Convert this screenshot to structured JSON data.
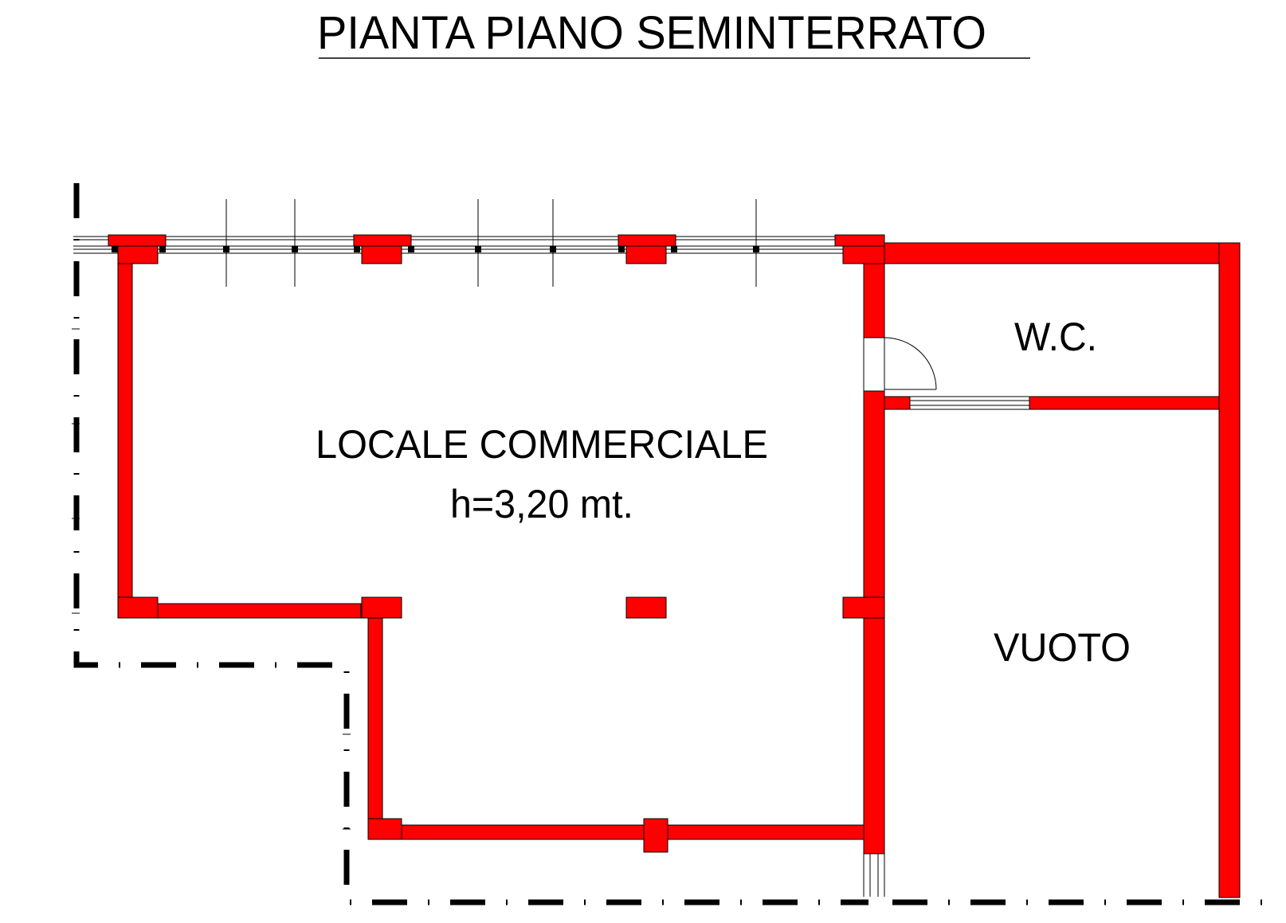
{
  "title": "PIANTA PIANO SEMINTERRATO",
  "rooms": {
    "main": {
      "name": "LOCALE COMMERCIALE",
      "height": "h=3,20 mt."
    },
    "wc": {
      "name": "W.C."
    },
    "void": {
      "name": "VUOTO"
    }
  },
  "colors": {
    "wall": "#ff0000",
    "line": "#000000",
    "background": "#ffffff"
  }
}
